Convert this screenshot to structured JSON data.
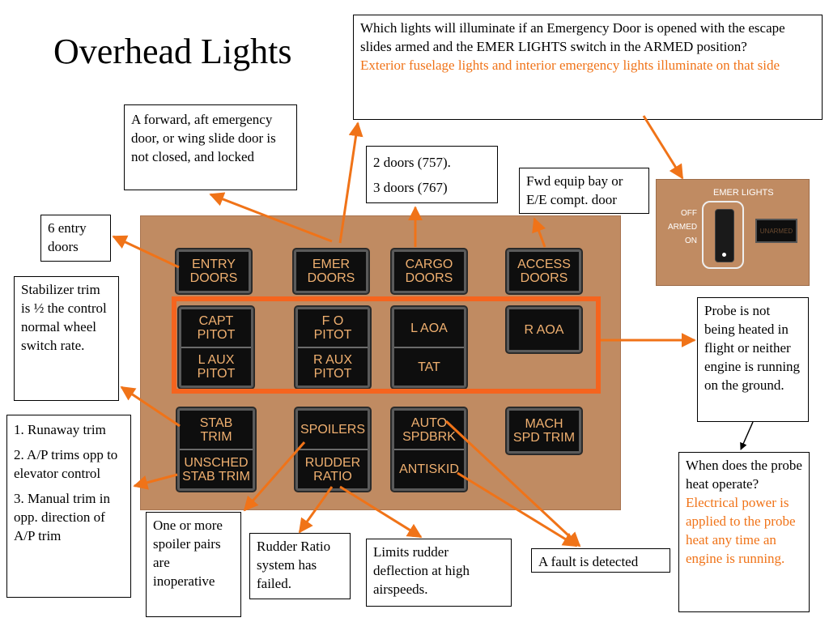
{
  "title": "Overhead Lights",
  "callouts": {
    "emer_q": "Which lights will illuminate if an Emergency Door is opened with the escape slides armed and the EMER LIGHTS switch in the ARMED position?",
    "emer_a": "Exterior fuselage lights and interior emergency lights illuminate on that side",
    "emer_door": "A forward, aft emergency door, or wing slide door is not closed, and locked",
    "cargo_1": "2 doors (757).",
    "cargo_2": "3 doors (767)",
    "access": "Fwd equip bay or E/E compt. door",
    "entry": "6 entry doors",
    "stab_trim": "Stabilizer trim is ½ the control normal wheel switch rate.",
    "unsched_1": "1. Runaway trim",
    "unsched_2": "2. A/P trims opp to elevator control",
    "unsched_3": "3. Manual trim in opp. direction of A/P trim",
    "probe": "Probe is not being heated in flight or neither engine is running on the ground.",
    "probe_q": "When does the probe heat operate?",
    "probe_a": "Electrical power is applied to the probe heat any time an engine is running.",
    "spoilers": "One or more spoiler pairs are inoperative",
    "rudder_ratio": "Rudder Ratio system has failed.",
    "rudder_limit": "Limits rudder deflection at high airspeeds.",
    "fault": "A fault is detected"
  },
  "annunciators": {
    "entry": "ENTRY\nDOORS",
    "emer": "EMER\nDOORS",
    "cargo": "CARGO\nDOORS",
    "access": "ACCESS\nDOORS",
    "capt_pitot": "CAPT\nPITOT",
    "l_aux_pitot": "L AUX\nPITOT",
    "fo_pitot": "F O\nPITOT",
    "r_aux_pitot": "R AUX\nPITOT",
    "l_aoa": "L  AOA",
    "tat": "TAT",
    "r_aoa": "R  AOA",
    "stab_trim": "STAB\nTRIM",
    "unsched_stab_trim": "UNSCHED\nSTAB TRIM",
    "spoilers": "SPOILERS",
    "rudder_ratio": "RUDDER\nRATIO",
    "auto_spdbrk": "AUTO\nSPDBRK",
    "antiskid": "ANTISKID",
    "mach_spd_trim": "MACH\nSPD TRIM"
  },
  "emer_lights_panel": {
    "title": "EMER LIGHTS",
    "off": "OFF",
    "armed": "ARMED",
    "on": "ON",
    "unarmed": "UNARMED"
  },
  "colors": {
    "accent": "#f07318",
    "panel": "#c08b62",
    "annunciator_text": "#f0b070",
    "highlight_box": "#f5641e"
  }
}
